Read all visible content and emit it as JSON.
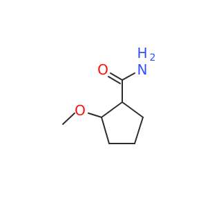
{
  "molecule": {
    "atoms": {
      "oxygen_carbonyl": {
        "symbol": "O",
        "color": "#ff0d0d"
      },
      "nitrogen_amide": {
        "symbol": "N",
        "subscript": "2",
        "hydrogen": "H",
        "color": "#3050f8"
      },
      "oxygen_methoxy": {
        "symbol": "O",
        "color": "#ff0d0d"
      }
    },
    "bond_color": "#2b2b2b"
  }
}
